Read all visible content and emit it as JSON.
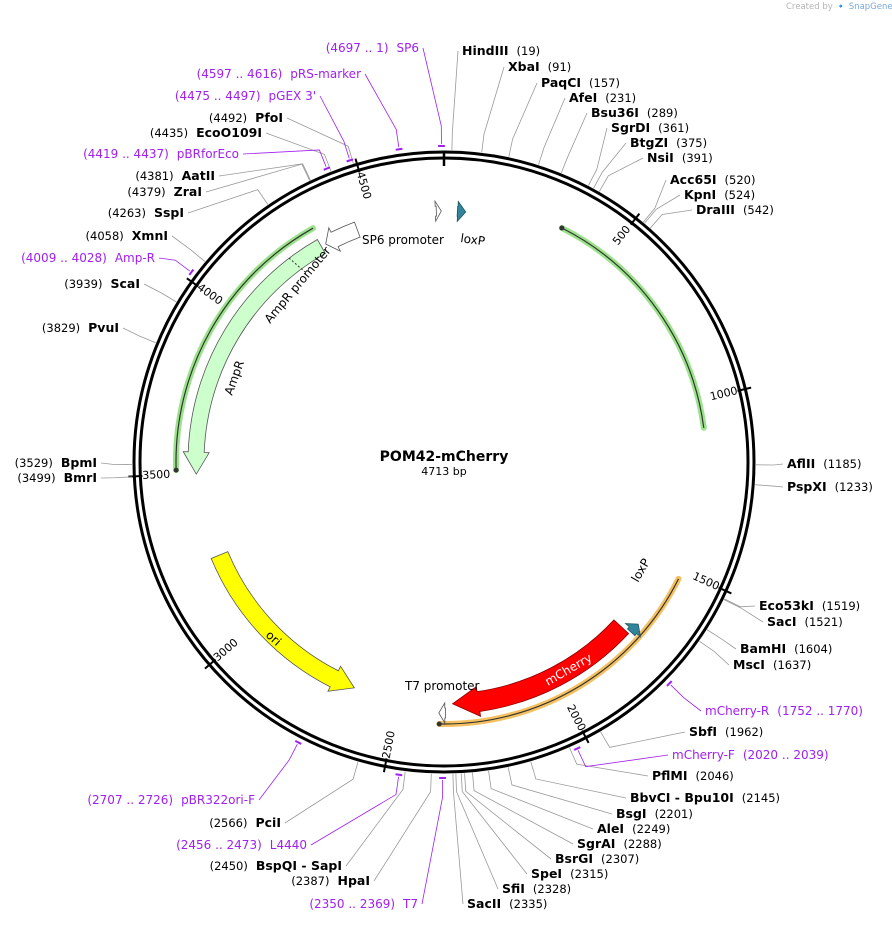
{
  "credit": {
    "created_by": "Created by",
    "brand": "SnapGene"
  },
  "plasmid": {
    "name": "POM42-mCherry",
    "size_bp": 4713,
    "size_label": "4713 bp"
  },
  "colors": {
    "primer": "#a020f0",
    "backbone": "#000000",
    "mcherry": "#ff0000",
    "ori": "#ffff00",
    "ampr": "#ccffcc",
    "loxp": "#31849b",
    "mcherry_highlight": "#f5c060",
    "green_highlight": "#9be38a"
  },
  "ticks": [
    {
      "pos": 500,
      "label": "500"
    },
    {
      "pos": 1000,
      "label": "1000"
    },
    {
      "pos": 1500,
      "label": "1500"
    },
    {
      "pos": 2000,
      "label": "2000"
    },
    {
      "pos": 2500,
      "label": "2500"
    },
    {
      "pos": 3000,
      "label": "3000"
    },
    {
      "pos": 3500,
      "label": "3500"
    },
    {
      "pos": 4000,
      "label": "4000"
    },
    {
      "pos": 4500,
      "label": "4500"
    }
  ],
  "sites": [
    {
      "name": "HindIII",
      "pos": "(19)",
      "bp": 19
    },
    {
      "name": "XbaI",
      "pos": "(91)",
      "bp": 91
    },
    {
      "name": "PaqCI",
      "pos": "(157)",
      "bp": 157
    },
    {
      "name": "AfeI",
      "pos": "(231)",
      "bp": 231
    },
    {
      "name": "Bsu36I",
      "pos": "(289)",
      "bp": 289
    },
    {
      "name": "SgrDI",
      "pos": "(361)",
      "bp": 361
    },
    {
      "name": "BtgZI",
      "pos": "(375)",
      "bp": 375
    },
    {
      "name": "NsiI",
      "pos": "(391)",
      "bp": 391
    },
    {
      "name": "Acc65I",
      "pos": "(520)",
      "bp": 520
    },
    {
      "name": "KpnI",
      "pos": "(524)",
      "bp": 524
    },
    {
      "name": "DraIII",
      "pos": "(542)",
      "bp": 542
    },
    {
      "name": "AflII",
      "pos": "(1185)",
      "bp": 1185
    },
    {
      "name": "PspXI",
      "pos": "(1233)",
      "bp": 1233
    },
    {
      "name": "Eco53kI",
      "pos": "(1519)",
      "bp": 1519
    },
    {
      "name": "SacI",
      "pos": "(1521)",
      "bp": 1521
    },
    {
      "name": "BamHI",
      "pos": "(1604)",
      "bp": 1604
    },
    {
      "name": "MscI",
      "pos": "(1637)",
      "bp": 1637
    },
    {
      "name": "SbfI",
      "pos": "(1962)",
      "bp": 1962
    },
    {
      "name": "PflMI",
      "pos": "(2046)",
      "bp": 2046
    },
    {
      "name": "BbvCI",
      "name2": "Bpu10I",
      "pos": "(2145)",
      "bp": 2145
    },
    {
      "name": "BsgI",
      "pos": "(2201)",
      "bp": 2201
    },
    {
      "name": "AleI",
      "pos": "(2249)",
      "bp": 2249
    },
    {
      "name": "SgrAI",
      "pos": "(2288)",
      "bp": 2288
    },
    {
      "name": "BsrGI",
      "pos": "(2307)",
      "bp": 2307
    },
    {
      "name": "SpeI",
      "pos": "(2315)",
      "bp": 2315
    },
    {
      "name": "SfiI",
      "pos": "(2328)",
      "bp": 2328
    },
    {
      "name": "SacII",
      "pos": "(2335)",
      "bp": 2335
    },
    {
      "name": "HpaI",
      "pos": "(2387)",
      "bp": 2387
    },
    {
      "name": "BspQI",
      "name2": "SapI",
      "pos": "(2450)",
      "bp": 2450
    },
    {
      "name": "PciI",
      "pos": "(2566)",
      "bp": 2566
    },
    {
      "name": "BpmI",
      "pos": "(3529)",
      "bp": 3529
    },
    {
      "name": "BmrI",
      "pos": "(3499)",
      "bp": 3499
    },
    {
      "name": "PvuI",
      "pos": "(3829)",
      "bp": 3829
    },
    {
      "name": "ScaI",
      "pos": "(3939)",
      "bp": 3939
    },
    {
      "name": "XmnI",
      "pos": "(4058)",
      "bp": 4058
    },
    {
      "name": "SspI",
      "pos": "(4263)",
      "bp": 4263
    },
    {
      "name": "ZraI",
      "pos": "(4379)",
      "bp": 4379
    },
    {
      "name": "AatII",
      "pos": "(4381)",
      "bp": 4381
    },
    {
      "name": "EcoO109I",
      "pos": "(4435)",
      "bp": 4435
    },
    {
      "name": "PfoI",
      "pos": "(4492)",
      "bp": 4492
    }
  ],
  "primers": [
    {
      "name": "SP6",
      "range": "(4697 .. 1)",
      "bp": 4707
    },
    {
      "name": "pRS-marker",
      "range": "(4597 .. 4616)",
      "bp": 4606
    },
    {
      "name": "pGEX 3'",
      "range": "(4475 .. 4497)",
      "bp": 4486
    },
    {
      "name": "pBRforEco",
      "range": "(4419 .. 4437)",
      "bp": 4428
    },
    {
      "name": "Amp-R",
      "range": "(4009 .. 4028)",
      "bp": 4018
    },
    {
      "name": "mCherry-R",
      "range": "(1752 .. 1770)",
      "bp": 1761
    },
    {
      "name": "mCherry-F",
      "range": "(2020 .. 2039)",
      "bp": 2030
    },
    {
      "name": "pBR322ori-F",
      "range": "(2707 .. 2726)",
      "bp": 2716
    },
    {
      "name": "L4440",
      "range": "(2456 .. 2473)",
      "bp": 2464
    },
    {
      "name": "T7",
      "range": "(2350 .. 2369)",
      "bp": 2360
    }
  ],
  "features": [
    {
      "name": "SP6 promoter"
    },
    {
      "name": "loxP"
    },
    {
      "name": "AmpR promoter"
    },
    {
      "name": "AmpR"
    },
    {
      "name": "ori"
    },
    {
      "name": "mCherry"
    },
    {
      "name": "loxP"
    },
    {
      "name": "T7 promoter"
    }
  ]
}
